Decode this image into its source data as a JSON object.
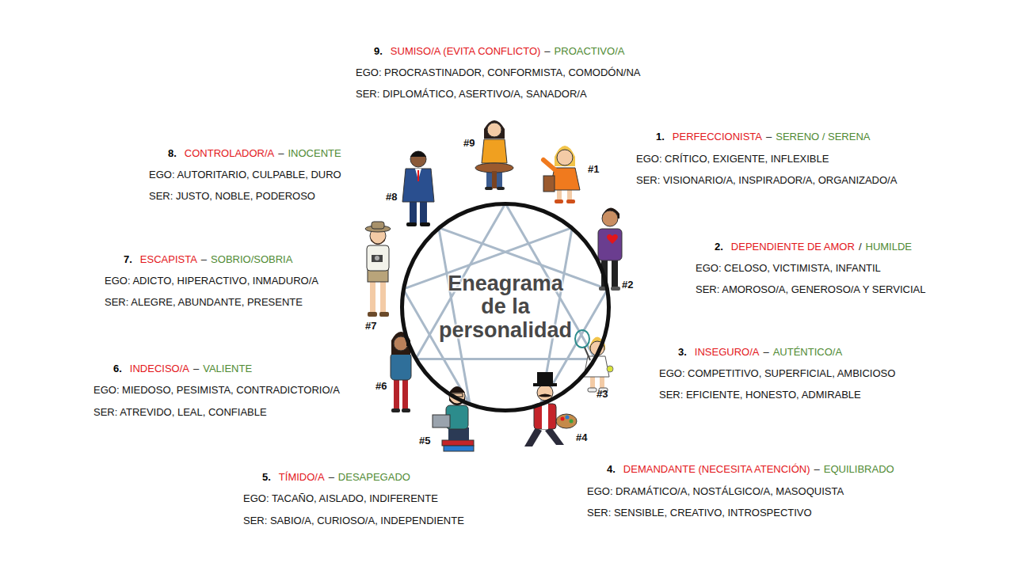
{
  "diagram": {
    "nodes": [
      {
        "text": [
          "Eneagrama de la personalidad"
        ]
      }
    ],
    "labels": [
      "1.",
      "PERFECCIONISTA",
      "–",
      "SERENO / SERENA",
      "EGO: CRÍTICO, EXIGENTE, INFLEXIBLE",
      "SER: VISIONARIO/A, INSPIRADOR/A, ORGANIZADO/A",
      "2.",
      "DEPENDIENTE DE AMOR",
      "/",
      "HUMILDE",
      "EGO: CELOSO, VICTIMISTA, INFANTIL",
      "SER: AMOROSO/A, GENEROSO/A Y SERVICIAL",
      "3.",
      "INSEGURO/A",
      "–",
      "AUTÉNTICO/A",
      "EGO: COMPETITIVO, SUPERFICIAL, AMBICIOSO",
      "SER: EFICIENTE, HONESTO, ADMIRABLE",
      "4.",
      "DEMANDANTE (NECESITA ATENCIÓN)",
      "–",
      "EQUILIBRADO",
      "EGO: DRAMÁTICO/A, NOSTÁLGICO/A, MASOQUISTA",
      "SER: SENSIBLE, CREATIVO, INTROSPECTIVO",
      "5.",
      "TÍMIDO/A",
      "–",
      "DESAPEGADO",
      "EGO: TACAÑO, AISLADO, INDIFERENTE",
      "SER: SABIO/A, CURIOSO/A, INDEPENDIENTE",
      "6.",
      "INDECISO/A",
      "–",
      "VALIENTE",
      "EGO: MIEDOSO, PESIMISTA, CONTRADICTORIO/A",
      "SER: ATREVIDO, LEAL, CONFIABLE",
      "7.",
      "ESCAPISTA",
      "–",
      "SOBRIO/SOBRIA",
      "EGO: ADICTO, HIPERACTIVO, INMADURO/A",
      "SER: ALEGRE, ABUNDANTE, PRESENTE",
      "8.",
      "CONTROLADOR/A",
      "–",
      "INOCENTE",
      "EGO: AUTORITARIO, CULPABLE, DURO",
      "SER: JUSTO, NOBLE, PODEROSO",
      "9.",
      "SUMISO/A (EVITA CONFLICTO)",
      "–",
      "PROACTIVO/A",
      "EGO: PROCRASTINADOR, CONFORMISTA, COMODÓN/NA",
      "SER: DIPLOMÁTICO, ASERTIVO/A, SANADOR/A",
      "#1",
      "#2",
      "#3",
      "#4",
      "#5",
      "#6",
      "#7",
      "#8",
      "#9"
    ]
  }
}
